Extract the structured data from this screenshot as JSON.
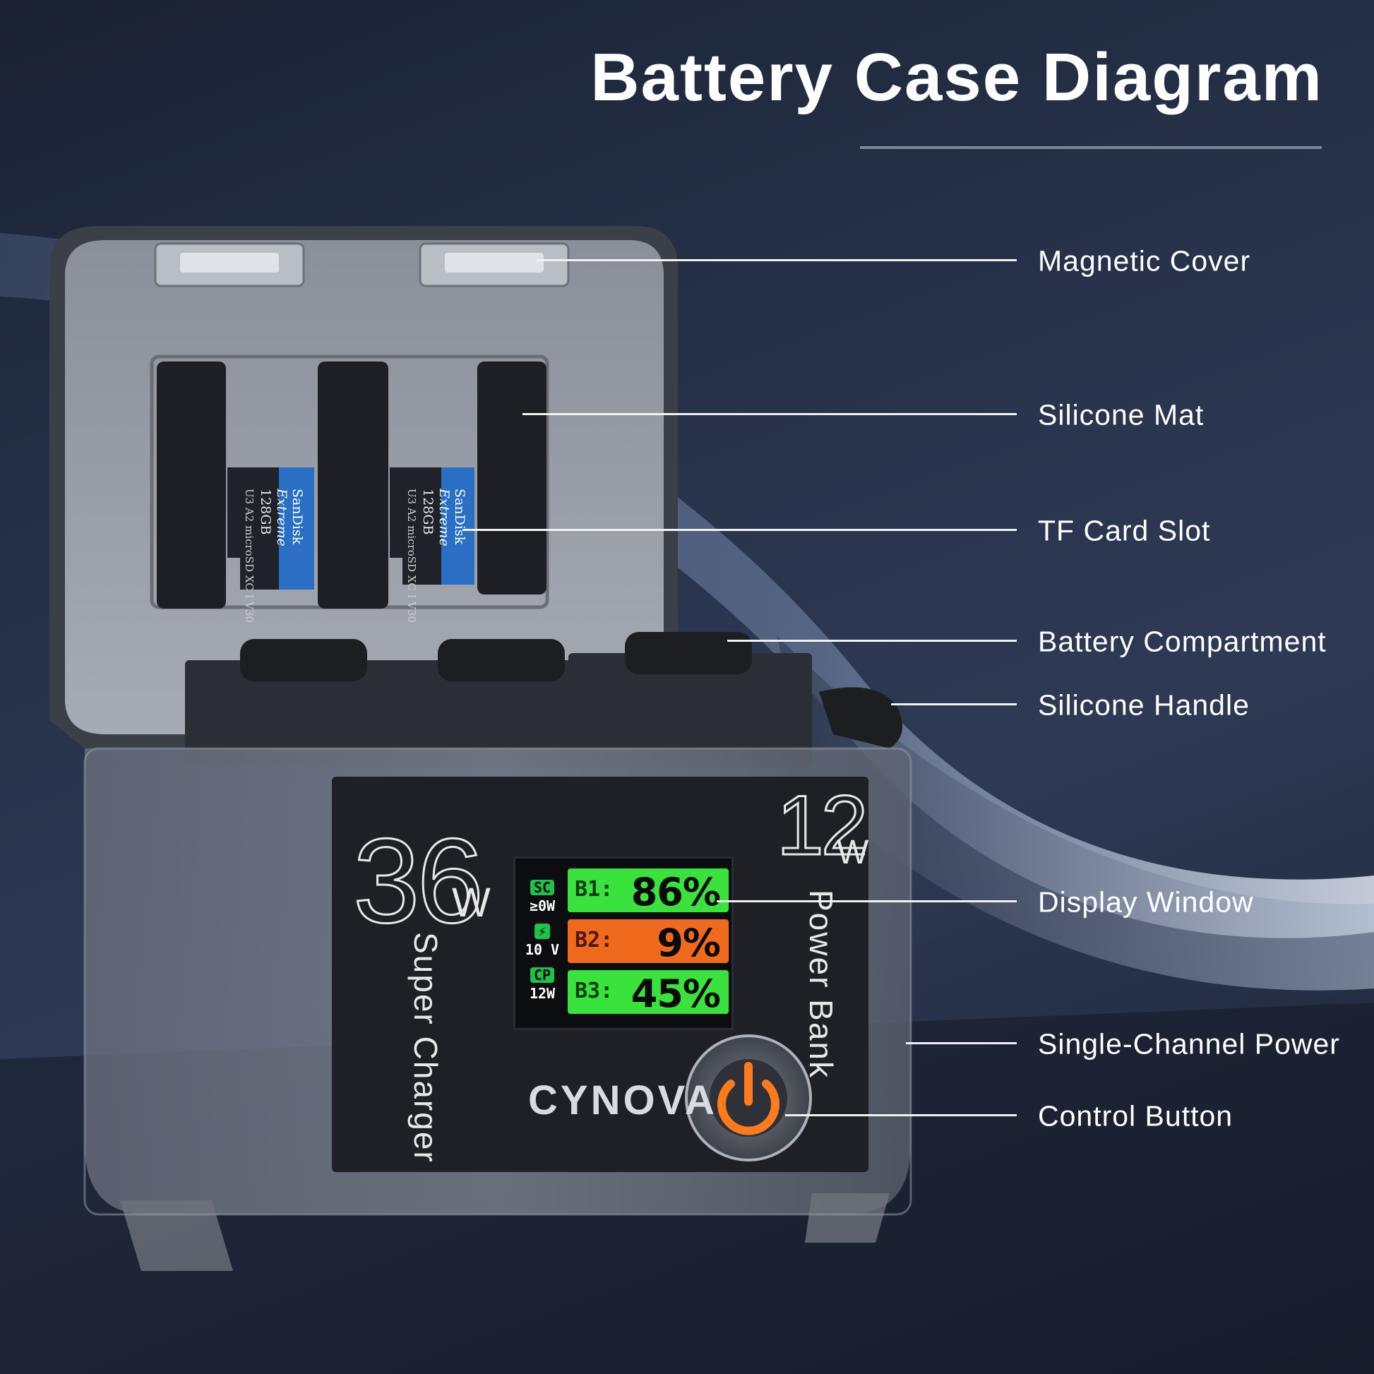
{
  "title": "Battery Case Diagram",
  "labels": [
    {
      "id": "magnetic-cover",
      "text": "Magnetic Cover"
    },
    {
      "id": "silicone-mat",
      "text": "Silicone Mat"
    },
    {
      "id": "tf-card-slot",
      "text": "TF Card Slot"
    },
    {
      "id": "battery-compartment",
      "text": "Battery Compartment"
    },
    {
      "id": "silicone-handle",
      "text": "Silicone Handle"
    },
    {
      "id": "display-window",
      "text": "Display Window"
    },
    {
      "id": "single-channel-power",
      "text": "Single-Channel Power"
    },
    {
      "id": "control-button",
      "text": "Control Button"
    }
  ],
  "device": {
    "brand": "CYNOVA",
    "super_charger_watts": "36",
    "super_charger_unit": "W",
    "super_charger_text": "Super Charger",
    "power_bank_watts": "12",
    "power_bank_unit": "W",
    "power_bank_text": "Power Bank",
    "display": {
      "tags": [
        {
          "badge": "SC",
          "sub": "≥0W"
        },
        {
          "badge": "⚡",
          "sub": "10 V"
        },
        {
          "badge": "CP",
          "sub": "12W"
        }
      ],
      "batteries": [
        {
          "key": "B1:",
          "value": "86%",
          "color": "#39e23c"
        },
        {
          "key": "B2:",
          "value": "9%",
          "color": "#f06a1e"
        },
        {
          "key": "B3:",
          "value": "45%",
          "color": "#39e23c"
        }
      ]
    },
    "sd_cards": [
      {
        "brand": "SanDisk",
        "line": "Extreme",
        "capacity": "128GB",
        "marks": "U3 A2  microSD XC I  V30"
      },
      {
        "brand": "SanDisk",
        "line": "Extreme",
        "capacity": "128GB",
        "marks": "U3 A2  microSD XC I  V30"
      }
    ]
  }
}
